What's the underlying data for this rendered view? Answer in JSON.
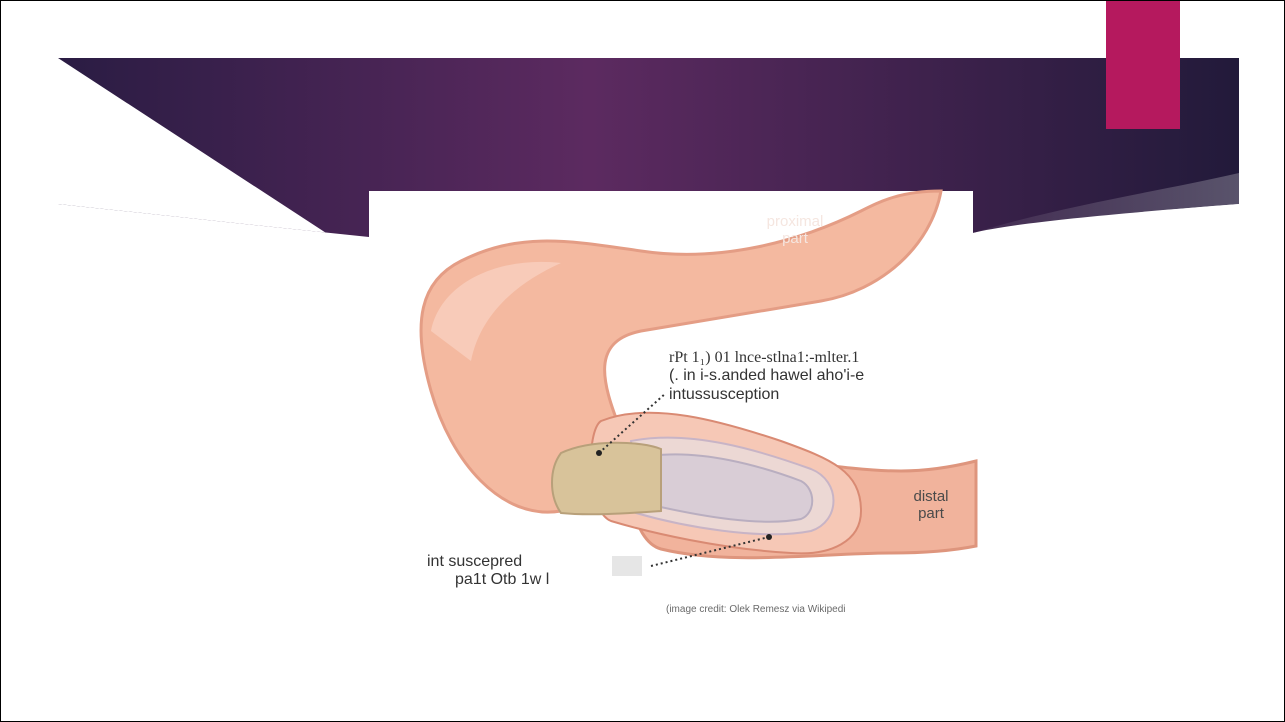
{
  "slide": {
    "colors": {
      "banner_dark": "#2b1d46",
      "banner_mid": "#5a2a5f",
      "accent": "#b5195e"
    }
  },
  "figure": {
    "label_proximal": [
      "proximal",
      "part"
    ],
    "label_distal": [
      "distal",
      "part"
    ],
    "label_segment": [
      "rPt 1₁) 01 lnce-stlna1:-mlter.1",
      "(. in i-s.anded hawel aho'i-e",
      "intussusception"
    ],
    "label_intussuscepted": [
      "int suscepred",
      "pa1t Otb 1w l"
    ],
    "credit": "(image credit: Olek Remesz via Wikipedi"
  }
}
